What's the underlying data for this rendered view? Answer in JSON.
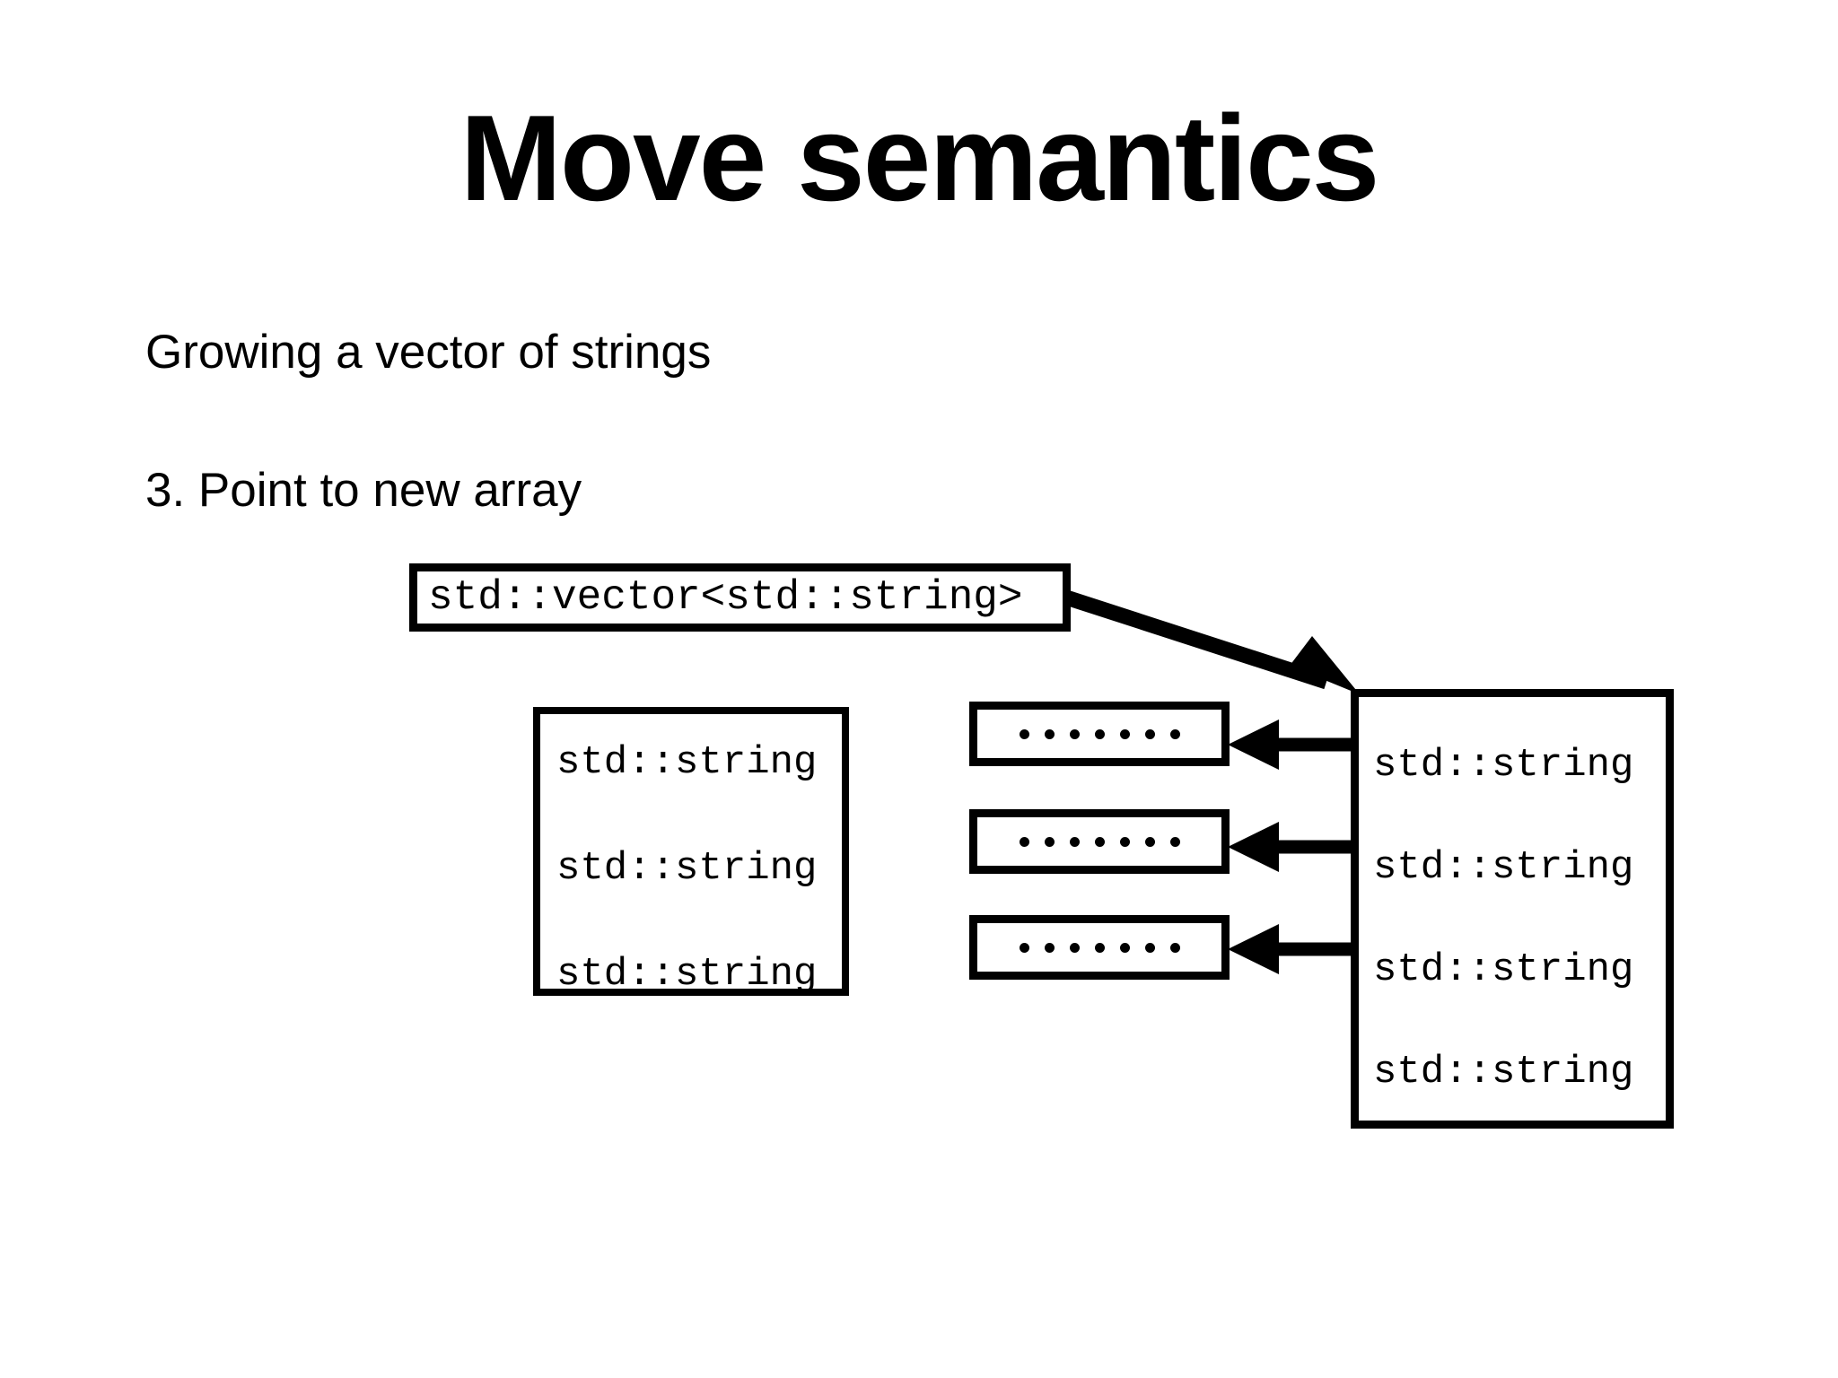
{
  "slide": {
    "title": "Move semantics",
    "subtitle": "Growing a vector of strings",
    "step": "3. Point to new array"
  },
  "diagram": {
    "vector_box": {
      "label": "std::vector<std::string>"
    },
    "old_array": {
      "rows": [
        {
          "label": "std::string"
        },
        {
          "label": "std::string"
        },
        {
          "label": "std::string"
        }
      ]
    },
    "new_array": {
      "rows": [
        {
          "label": "std::string"
        },
        {
          "label": "std::string"
        },
        {
          "label": "std::string"
        },
        {
          "label": "std::string"
        }
      ]
    },
    "buffers": [
      {
        "dot_count": 7
      },
      {
        "dot_count": 7
      },
      {
        "dot_count": 7
      }
    ],
    "colors": {
      "ink": "#000000",
      "background": "#ffffff"
    }
  }
}
